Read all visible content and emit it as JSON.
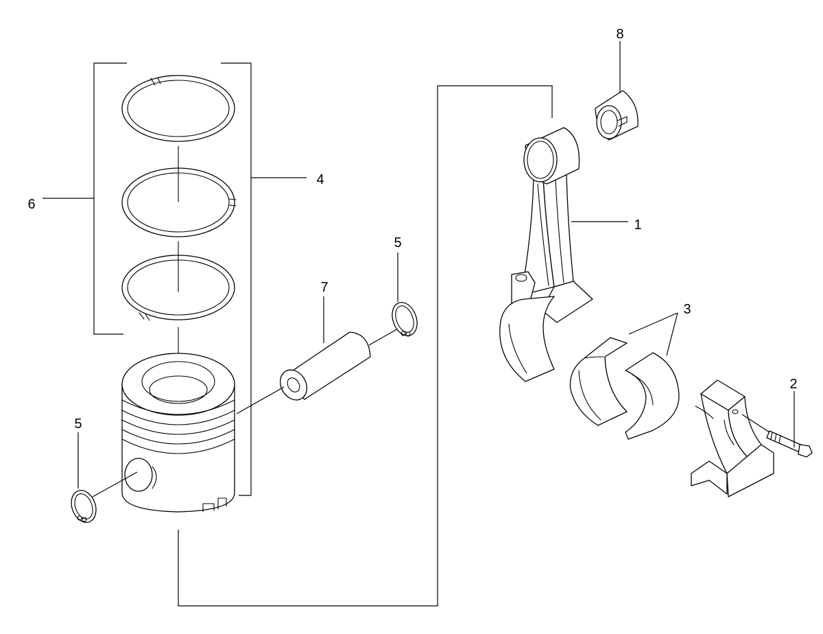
{
  "callouts": {
    "connecting_rod": "1",
    "bolt": "2",
    "bearing_shells": "3",
    "piston_assembly": "4",
    "circlip_right": "5",
    "circlip_left": "5",
    "piston_ring_set": "6",
    "piston_pin": "7",
    "bushing": "8"
  },
  "colors": {
    "line": "#000000",
    "background": "#ffffff"
  }
}
